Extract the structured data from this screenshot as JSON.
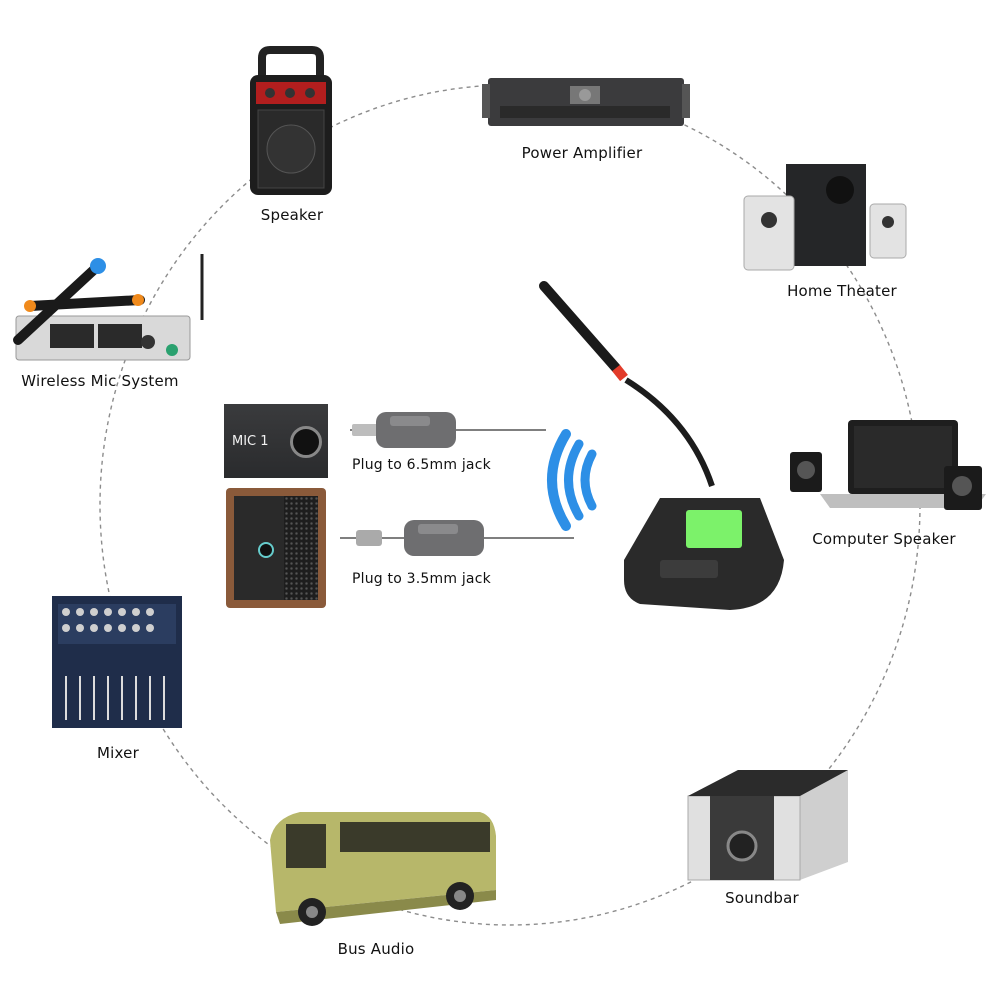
{
  "devices": {
    "speaker": "Speaker",
    "power_amplifier": "Power Amplifier",
    "home_theater": "Home Theater",
    "wireless_mic_system": "Wireless Mic System",
    "computer_speaker": "Computer Speaker",
    "mixer": "Mixer",
    "soundbar": "Soundbar",
    "bus_audio": "Bus Audio"
  },
  "plugs": {
    "mic_port_label": "MIC 1",
    "plug_6_5": "Plug to 6.5mm jack",
    "plug_3_5": "Plug to 3.5mm jack"
  },
  "colors": {
    "wave_blue": "#2d8fe6",
    "ring_dash": "#8c8c8c",
    "mic_ring_red": "#e23b2a",
    "lcd_green": "#7cf26a"
  }
}
